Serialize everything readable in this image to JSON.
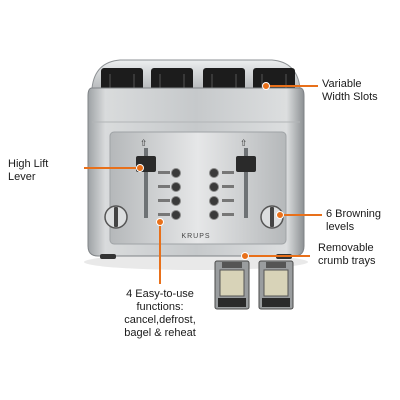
{
  "brand": "KRUPS",
  "callouts": {
    "variable_width_slots": {
      "line1": "Variable",
      "line2": "Width Slots"
    },
    "high_lift_lever": {
      "line1": "High Lift",
      "line2": "Lever"
    },
    "browning_levels": {
      "line1": "6 Browning",
      "line2": "levels"
    },
    "crumb_trays": {
      "line1": "Removable",
      "line2": "crumb trays"
    },
    "functions": {
      "line1": "4 Easy-to-use",
      "line2": "functions:",
      "line3": "cancel,defrost,",
      "line4": "bagel & reheat"
    }
  },
  "colors": {
    "accent": "#e8701a",
    "body": "#c9ccce",
    "body_dark": "#8d9194",
    "slot": "#1c1c1c"
  }
}
